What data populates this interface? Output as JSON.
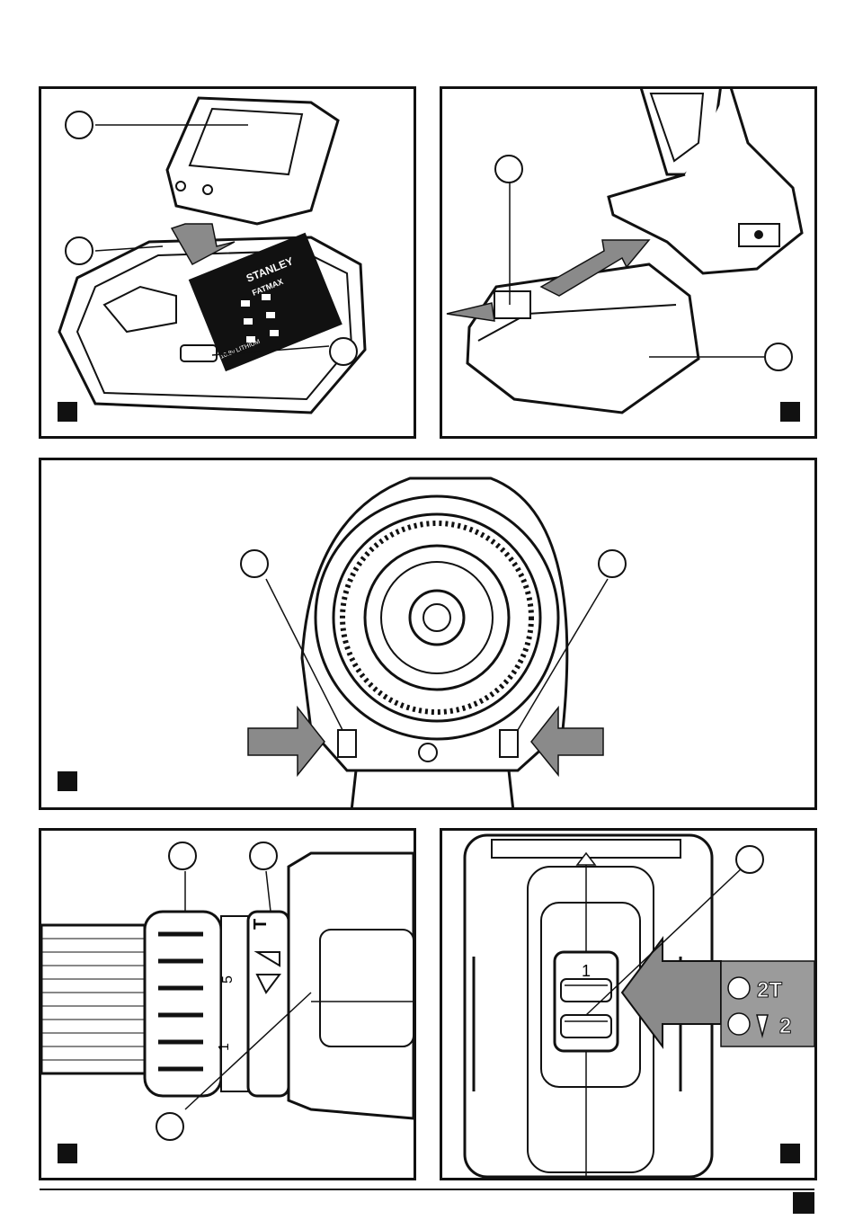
{
  "charger": {
    "brand": "STANLEY",
    "line": "FATMAX",
    "voltage": "10.8v LITHIUM"
  },
  "speed_dial": {
    "marks": [
      "1",
      "5",
      "T"
    ]
  },
  "gear_selector": {
    "position_label": "1",
    "legend": [
      {
        "symbol": "2T",
        "color": "#ffffff"
      },
      {
        "symbol": "2",
        "color": "#ffffff"
      }
    ]
  },
  "colors": {
    "ink": "#111111",
    "arrow_gray": "#8a8a8a",
    "legend_bg": "#9b9b9b"
  },
  "icons": [
    "battery-icon",
    "charger-icon",
    "drill-icon",
    "arrow-icon",
    "screw-icon",
    "hammer-icon"
  ]
}
